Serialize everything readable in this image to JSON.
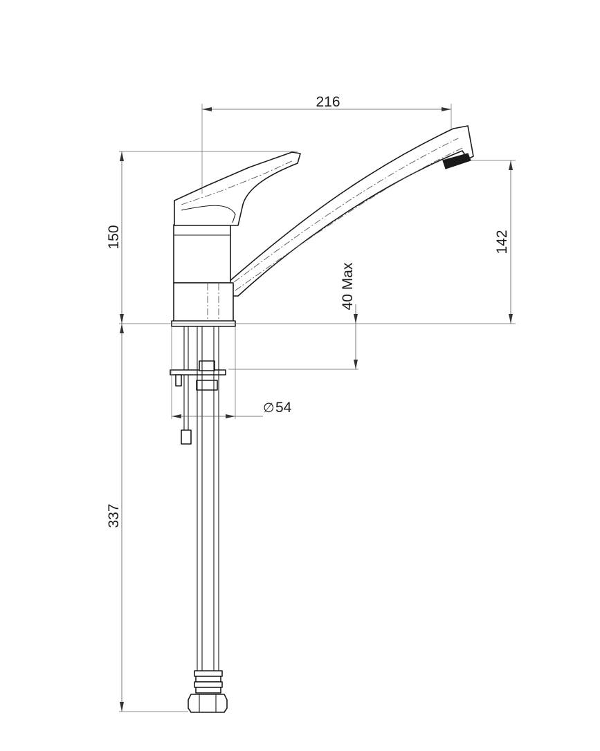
{
  "dimensions": {
    "spout_reach": "216",
    "total_height": "150",
    "spout_height": "142",
    "mounting_thickness": "40 Max",
    "hole_diameter_symbol": "∅",
    "hole_diameter": "54",
    "hose_length": "337"
  }
}
